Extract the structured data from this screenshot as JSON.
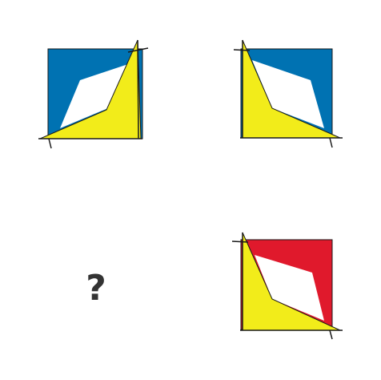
{
  "puzzle": {
    "question_mark": "?",
    "colors": {
      "blue": "#0072b2",
      "yellow": "#f2ec1a",
      "red": "#e0192c",
      "white": "#ffffff",
      "outline": "#1a1a1a",
      "question": "#333333"
    },
    "panels": [
      {
        "id": "top-left",
        "square_color": "blue",
        "triangle_color": "yellow",
        "orientation": "bottom-right"
      },
      {
        "id": "top-right",
        "square_color": "blue",
        "triangle_color": "yellow",
        "orientation": "bottom-left"
      },
      {
        "id": "bottom-left",
        "unknown": true
      },
      {
        "id": "bottom-right",
        "square_color": "red",
        "triangle_color": "yellow",
        "orientation": "bottom-left"
      }
    ]
  }
}
